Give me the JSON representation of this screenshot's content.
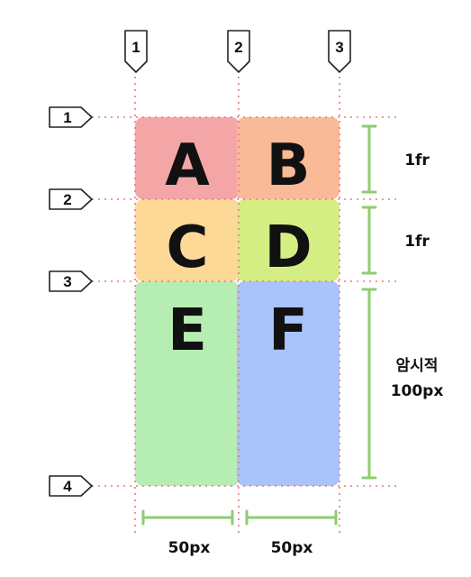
{
  "column_markers": [
    "1",
    "2",
    "3"
  ],
  "row_markers": [
    "1",
    "2",
    "3",
    "4"
  ],
  "cells": [
    {
      "label": "A",
      "color": "#f4a6a6"
    },
    {
      "label": "B",
      "color": "#f9bb97"
    },
    {
      "label": "C",
      "color": "#fdd998"
    },
    {
      "label": "D",
      "color": "#d4ee83"
    },
    {
      "label": "E",
      "color": "#b6edb2"
    },
    {
      "label": "F",
      "color": "#a9c4fa"
    }
  ],
  "row_sizes": [
    "1fr",
    "1fr"
  ],
  "implicit_row_size": [
    "암시적",
    "100px"
  ],
  "column_sizes": [
    "50px",
    "50px"
  ],
  "colors": {
    "grid_line": "#e87a7a",
    "dimension": "#8fcc6e",
    "marker_stroke": "#222222"
  }
}
